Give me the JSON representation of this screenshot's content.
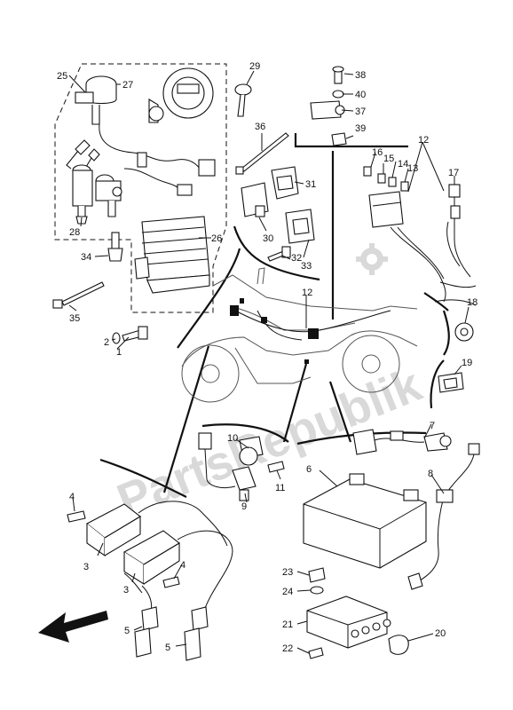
{
  "watermark": "PartsRepublik",
  "callouts": {
    "c1": "1",
    "c2": "2",
    "c3a": "3",
    "c3b": "3",
    "c4a": "4",
    "c4b": "4",
    "c5a": "5",
    "c5b": "5",
    "c6": "6",
    "c7": "7",
    "c8": "8",
    "c9": "9",
    "c10": "10",
    "c11": "11",
    "c12a": "12",
    "c12b": "12",
    "c13": "13",
    "c14": "14",
    "c15": "15",
    "c16": "16",
    "c17": "17",
    "c18": "18",
    "c19": "19",
    "c20": "20",
    "c21": "21",
    "c22": "22",
    "c23": "23",
    "c24": "24",
    "c25": "25",
    "c26": "26",
    "c27": "27",
    "c28": "28",
    "c29": "29",
    "c30": "30",
    "c31": "31",
    "c32": "32",
    "c33": "33",
    "c34": "34",
    "c35": "35",
    "c36": "36",
    "c37": "37",
    "c38": "38",
    "c39": "39",
    "c40": "40"
  },
  "icons": {
    "gear": "gear-icon",
    "arrow": "front-direction-arrow-icon"
  }
}
